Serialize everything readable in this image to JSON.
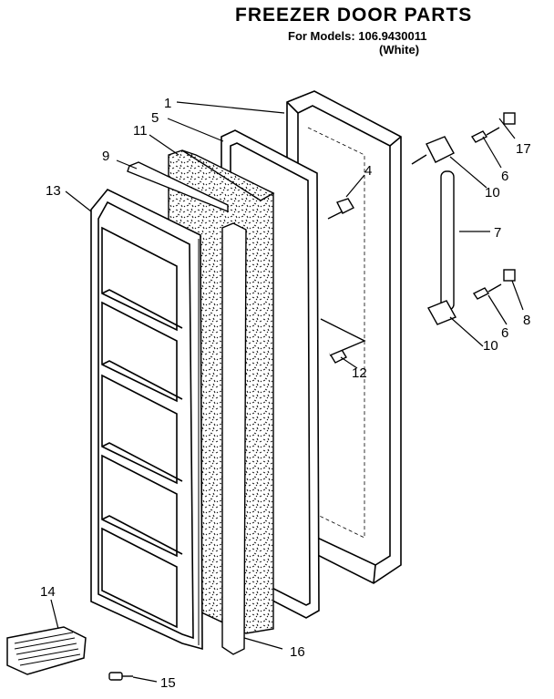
{
  "header": {
    "title": "FREEZER DOOR PARTS",
    "models": "For Models: 106.9430011",
    "color": "(White)"
  },
  "callouts": [
    {
      "id": "c1",
      "label": "1"
    },
    {
      "id": "c5",
      "label": "5"
    },
    {
      "id": "c11",
      "label": "11"
    },
    {
      "id": "c9",
      "label": "9"
    },
    {
      "id": "c13",
      "label": "13"
    },
    {
      "id": "c4",
      "label": "4"
    },
    {
      "id": "c17",
      "label": "17"
    },
    {
      "id": "c6a",
      "label": "6"
    },
    {
      "id": "c10a",
      "label": "10"
    },
    {
      "id": "c7",
      "label": "7"
    },
    {
      "id": "c8",
      "label": "8"
    },
    {
      "id": "c6b",
      "label": "6"
    },
    {
      "id": "c10b",
      "label": "10"
    },
    {
      "id": "c12",
      "label": "12"
    },
    {
      "id": "c14",
      "label": "14"
    },
    {
      "id": "c16",
      "label": "16"
    },
    {
      "id": "c15",
      "label": "15"
    }
  ]
}
